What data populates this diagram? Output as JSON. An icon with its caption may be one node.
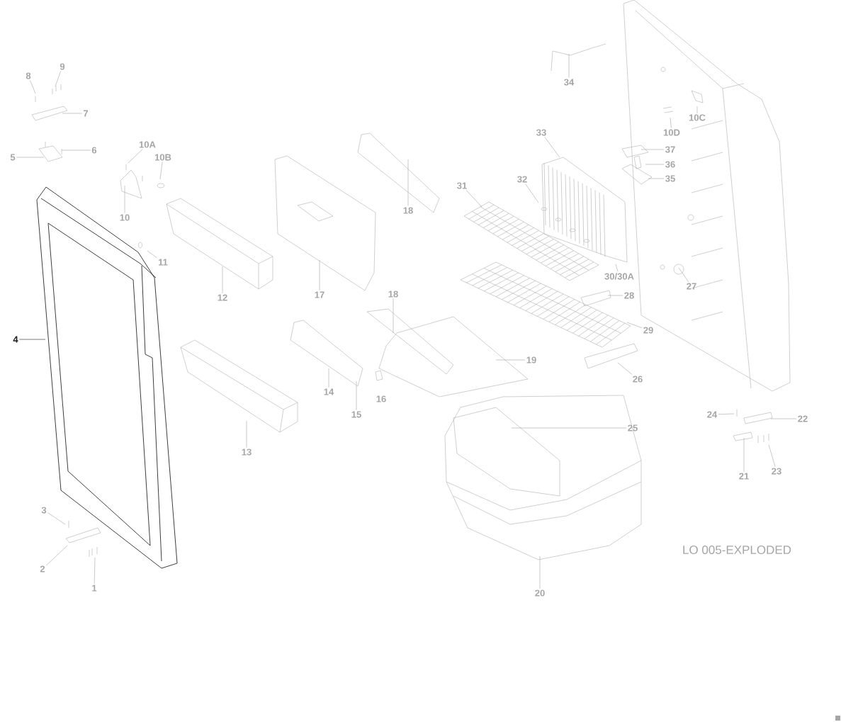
{
  "diagram": {
    "nodes": [
      {
        "text": [
          "9"
        ]
      },
      {
        "text": [
          "8"
        ]
      },
      {
        "text": [
          "34"
        ]
      },
      {
        "text": [
          "7"
        ]
      },
      {
        "text": [
          "10C"
        ]
      },
      {
        "text": [
          "33"
        ]
      },
      {
        "text": [
          "10D"
        ]
      },
      {
        "text": [
          "10A"
        ]
      },
      {
        "text": [
          "37"
        ]
      },
      {
        "text": [
          "6"
        ]
      },
      {
        "text": [
          "5"
        ]
      },
      {
        "text": [
          "10B"
        ]
      },
      {
        "text": [
          "36"
        ]
      },
      {
        "text": [
          "35"
        ]
      },
      {
        "text": [
          "32"
        ]
      },
      {
        "text": [
          "31"
        ]
      },
      {
        "text": [
          "18"
        ]
      },
      {
        "text": [
          "10"
        ]
      },
      {
        "text": [
          "11"
        ]
      },
      {
        "text": [
          "30/30A"
        ]
      },
      {
        "text": [
          "27"
        ]
      },
      {
        "text": [
          "17"
        ]
      },
      {
        "text": [
          "18"
        ]
      },
      {
        "text": [
          "28"
        ]
      },
      {
        "text": [
          "12"
        ]
      },
      {
        "text": [
          "29"
        ]
      },
      {
        "text": [
          "4"
        ]
      },
      {
        "text": [
          "19"
        ]
      },
      {
        "text": [
          "26"
        ]
      },
      {
        "text": [
          "14"
        ]
      },
      {
        "text": [
          "24"
        ]
      },
      {
        "text": [
          "15"
        ]
      },
      {
        "text": [
          "22"
        ]
      },
      {
        "text": [
          "25"
        ]
      },
      {
        "text": [
          "13"
        ]
      },
      {
        "text": [
          "23"
        ]
      },
      {
        "text": [
          "21"
        ]
      },
      {
        "text": [
          "3"
        ]
      },
      {
        "text": [
          "2"
        ]
      },
      {
        "text": [
          "1"
        ]
      },
      {
        "text": [
          "20"
        ]
      }
    ],
    "edges": [
      {
        "from": 0,
        "to": null,
        "arrow": "none"
      },
      {
        "from": 1,
        "to": null,
        "arrow": "none"
      },
      {
        "from": 2,
        "to": null,
        "arrow": "none"
      },
      {
        "from": 3,
        "to": null,
        "arrow": "none"
      },
      {
        "from": 4,
        "to": null,
        "arrow": "none"
      },
      {
        "from": 5,
        "to": null,
        "arrow": "none"
      },
      {
        "from": 6,
        "to": null,
        "arrow": "none"
      },
      {
        "from": 7,
        "to": null,
        "arrow": "none"
      },
      {
        "from": 8,
        "to": null,
        "arrow": "none"
      },
      {
        "from": 9,
        "to": null,
        "arrow": "none"
      },
      {
        "from": 10,
        "to": null,
        "arrow": "none"
      },
      {
        "from": 11,
        "to": null,
        "arrow": "none"
      },
      {
        "from": 12,
        "to": null,
        "arrow": "none"
      },
      {
        "from": 13,
        "to": null,
        "arrow": "none"
      },
      {
        "from": 14,
        "to": null,
        "arrow": "none"
      },
      {
        "from": 15,
        "to": null,
        "arrow": "none"
      },
      {
        "from": 16,
        "to": null,
        "arrow": "none"
      },
      {
        "from": 17,
        "to": null,
        "arrow": "none"
      },
      {
        "from": 18,
        "to": null,
        "arrow": "none"
      },
      {
        "from": 19,
        "to": null,
        "arrow": "none"
      },
      {
        "from": 20,
        "to": null,
        "arrow": "none"
      },
      {
        "from": 21,
        "to": null,
        "arrow": "none"
      },
      {
        "from": 22,
        "to": null,
        "arrow": "none"
      },
      {
        "from": 23,
        "to": null,
        "arrow": "none"
      },
      {
        "from": 24,
        "to": null,
        "arrow": "none"
      },
      {
        "from": 25,
        "to": null,
        "arrow": "none"
      },
      {
        "from": 26,
        "to": null,
        "arrow": "none",
        "color": "#222222"
      },
      {
        "from": 27,
        "to": null,
        "arrow": "none"
      },
      {
        "from": 28,
        "to": null,
        "arrow": "none"
      },
      {
        "from": 29,
        "to": null,
        "arrow": "none"
      },
      {
        "from": 30,
        "to": null,
        "arrow": "none"
      },
      {
        "from": 31,
        "to": null,
        "arrow": "none"
      },
      {
        "from": 32,
        "to": null,
        "arrow": "none"
      },
      {
        "from": 33,
        "to": null,
        "arrow": "none"
      },
      {
        "from": 34,
        "to": null,
        "arrow": "none"
      },
      {
        "from": 35,
        "to": null,
        "arrow": "none"
      },
      {
        "from": 36,
        "to": null,
        "arrow": "none"
      },
      {
        "from": 37,
        "to": null,
        "arrow": "none"
      },
      {
        "from": 38,
        "to": null,
        "arrow": "none"
      },
      {
        "from": 39,
        "to": null,
        "arrow": "none"
      },
      {
        "from": 40,
        "to": null,
        "arrow": "none"
      }
    ],
    "labels": [
      "16",
      "LO 005-EXPLODED"
    ]
  }
}
